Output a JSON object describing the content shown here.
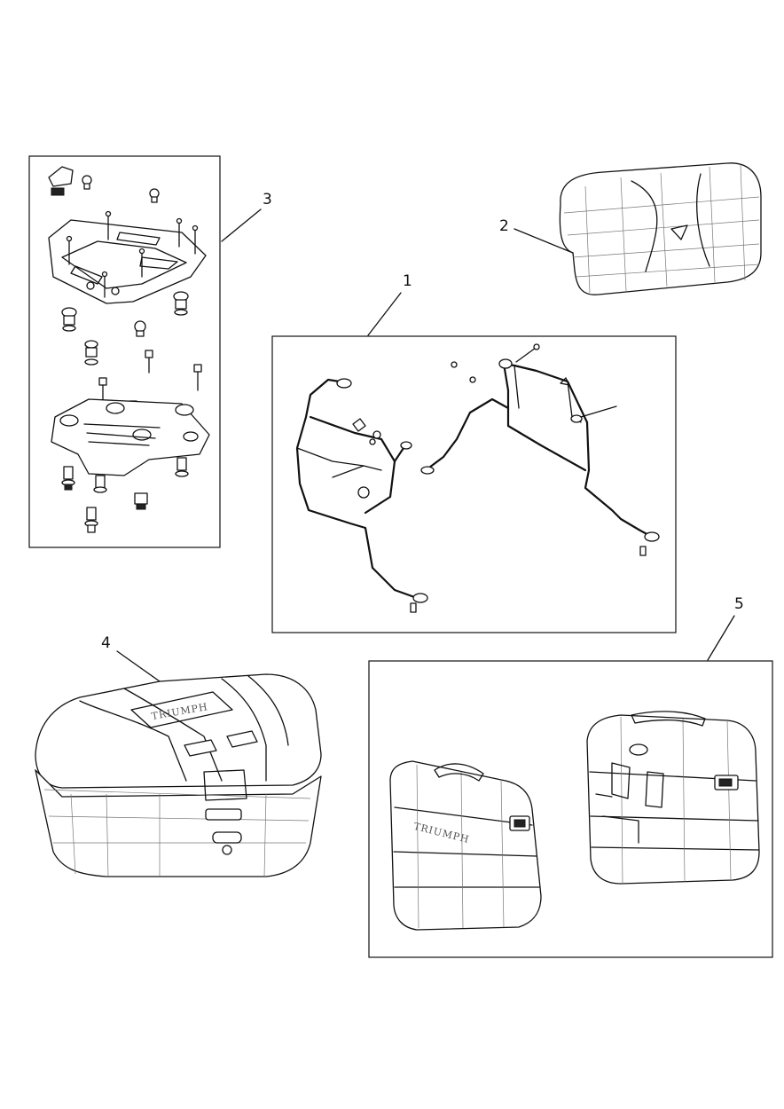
{
  "callouts": {
    "c1": "1",
    "c2": "2",
    "c3": "3",
    "c4": "4",
    "c5": "5"
  },
  "brand": {
    "logo_text": "TRIUMPH"
  }
}
